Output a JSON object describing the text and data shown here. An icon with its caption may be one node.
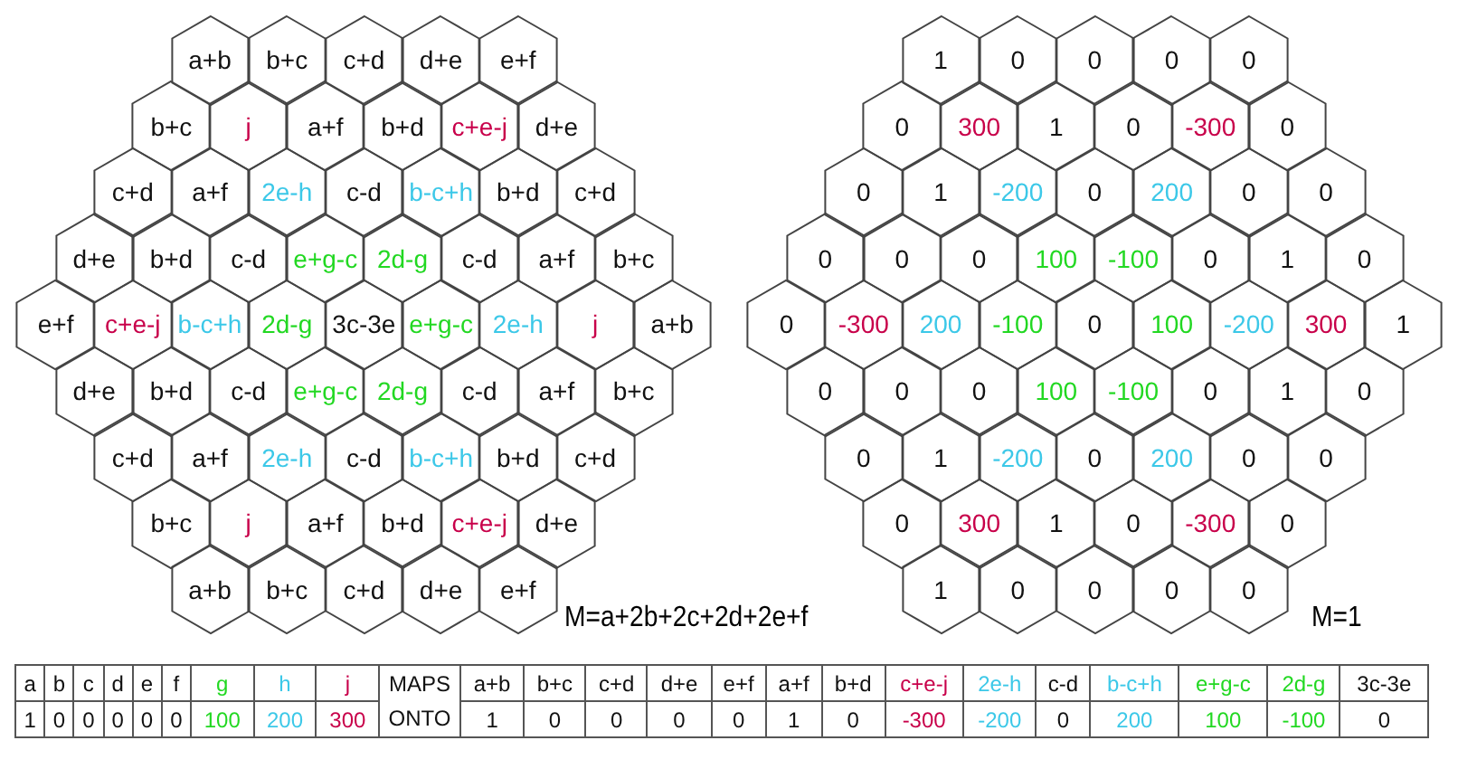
{
  "diagram": {
    "nodes": [
      {
        "text": [
          "a+b"
        ]
      },
      {
        "text": [
          "b+c"
        ]
      },
      {
        "text": [
          "c+d"
        ]
      },
      {
        "text": [
          "d+e"
        ]
      },
      {
        "text": [
          "e+f"
        ]
      },
      {
        "text": [
          "b+c"
        ]
      },
      {
        "text": [
          "j"
        ]
      },
      {
        "text": [
          "a+f"
        ]
      },
      {
        "text": [
          "b+d"
        ]
      },
      {
        "text": [
          "c+e-j"
        ]
      },
      {
        "text": [
          "d+e"
        ]
      },
      {
        "text": [
          "c+d"
        ]
      },
      {
        "text": [
          "a+f"
        ]
      },
      {
        "text": [
          "2e-h"
        ]
      },
      {
        "text": [
          "c-d"
        ]
      },
      {
        "text": [
          "b-c+h"
        ]
      },
      {
        "text": [
          "b+d"
        ]
      },
      {
        "text": [
          "c+d"
        ]
      },
      {
        "text": [
          "d+e"
        ]
      },
      {
        "text": [
          "b+d"
        ]
      },
      {
        "text": [
          "c-d"
        ]
      },
      {
        "text": [
          "e+g-c"
        ]
      },
      {
        "text": [
          "2d-g"
        ]
      },
      {
        "text": [
          "c-d"
        ]
      },
      {
        "text": [
          "a+f"
        ]
      },
      {
        "text": [
          "b+c"
        ]
      },
      {
        "text": [
          "e+f"
        ]
      },
      {
        "text": [
          "c+e-j"
        ]
      },
      {
        "text": [
          "b-c+h"
        ]
      },
      {
        "text": [
          "2d-g"
        ]
      },
      {
        "text": [
          "3c-3e"
        ]
      },
      {
        "text": [
          "e+g-c"
        ]
      },
      {
        "text": [
          "2e-h"
        ]
      },
      {
        "text": [
          "j"
        ]
      },
      {
        "text": [
          "a+b"
        ]
      },
      {
        "text": [
          "d+e"
        ]
      },
      {
        "text": [
          "b+d"
        ]
      },
      {
        "text": [
          "c-d"
        ]
      },
      {
        "text": [
          "e+g-c"
        ]
      },
      {
        "text": [
          "2d-g"
        ]
      },
      {
        "text": [
          "c-d"
        ]
      },
      {
        "text": [
          "a+f"
        ]
      },
      {
        "text": [
          "b+c"
        ]
      },
      {
        "text": [
          "c+d"
        ]
      },
      {
        "text": [
          "a+f"
        ]
      },
      {
        "text": [
          "2e-h"
        ]
      },
      {
        "text": [
          "c-d"
        ]
      },
      {
        "text": [
          "b-c+h"
        ]
      },
      {
        "text": [
          "b+d"
        ]
      },
      {
        "text": [
          "c+d"
        ]
      },
      {
        "text": [
          "b+c"
        ]
      },
      {
        "text": [
          "j"
        ]
      },
      {
        "text": [
          "a+f"
        ]
      },
      {
        "text": [
          "b+d"
        ]
      },
      {
        "text": [
          "c+e-j"
        ]
      },
      {
        "text": [
          "d+e"
        ]
      },
      {
        "text": [
          "a+b"
        ]
      },
      {
        "text": [
          "b+c"
        ]
      },
      {
        "text": [
          "c+d"
        ]
      },
      {
        "text": [
          "d+e"
        ]
      },
      {
        "text": [
          "e+f"
        ]
      },
      {
        "text": [
          "1"
        ]
      },
      {
        "text": [
          "0"
        ]
      },
      {
        "text": [
          "0"
        ]
      },
      {
        "text": [
          "0"
        ]
      },
      {
        "text": [
          "0"
        ]
      },
      {
        "text": [
          "0"
        ]
      },
      {
        "text": [
          "300"
        ]
      },
      {
        "text": [
          "1"
        ]
      },
      {
        "text": [
          "0"
        ]
      },
      {
        "text": [
          "-300"
        ]
      },
      {
        "text": [
          "0"
        ]
      },
      {
        "text": [
          "0"
        ]
      },
      {
        "text": [
          "1"
        ]
      },
      {
        "text": [
          "-200"
        ]
      },
      {
        "text": [
          "0"
        ]
      },
      {
        "text": [
          "200"
        ]
      },
      {
        "text": [
          "0"
        ]
      },
      {
        "text": [
          "0"
        ]
      },
      {
        "text": [
          "0"
        ]
      },
      {
        "text": [
          "0"
        ]
      },
      {
        "text": [
          "0"
        ]
      },
      {
        "text": [
          "100"
        ]
      },
      {
        "text": [
          "-100"
        ]
      },
      {
        "text": [
          "0"
        ]
      },
      {
        "text": [
          "1"
        ]
      },
      {
        "text": [
          "0"
        ]
      },
      {
        "text": [
          "0"
        ]
      },
      {
        "text": [
          "-300"
        ]
      },
      {
        "text": [
          "200"
        ]
      },
      {
        "text": [
          "-100"
        ]
      },
      {
        "text": [
          "0"
        ]
      },
      {
        "text": [
          "100"
        ]
      },
      {
        "text": [
          "-200"
        ]
      },
      {
        "text": [
          "300"
        ]
      },
      {
        "text": [
          "1"
        ]
      },
      {
        "text": [
          "0"
        ]
      },
      {
        "text": [
          "0"
        ]
      },
      {
        "text": [
          "0"
        ]
      },
      {
        "text": [
          "100"
        ]
      },
      {
        "text": [
          "-100"
        ]
      },
      {
        "text": [
          "0"
        ]
      },
      {
        "text": [
          "1"
        ]
      },
      {
        "text": [
          "0"
        ]
      },
      {
        "text": [
          "0"
        ]
      },
      {
        "text": [
          "1"
        ]
      },
      {
        "text": [
          "-200"
        ]
      },
      {
        "text": [
          "0"
        ]
      },
      {
        "text": [
          "200"
        ]
      },
      {
        "text": [
          "0"
        ]
      },
      {
        "text": [
          "0"
        ]
      },
      {
        "text": [
          "0"
        ]
      },
      {
        "text": [
          "300"
        ]
      },
      {
        "text": [
          "1"
        ]
      },
      {
        "text": [
          "0"
        ]
      },
      {
        "text": [
          "-300"
        ]
      },
      {
        "text": [
          "0"
        ]
      },
      {
        "text": [
          "1"
        ]
      },
      {
        "text": [
          "0"
        ]
      },
      {
        "text": [
          "0"
        ]
      },
      {
        "text": [
          "0"
        ]
      },
      {
        "text": [
          "0"
        ]
      }
    ],
    "labels": [
      "M=a+2b+2c+2d+2e+f",
      "M=1",
      "a",
      "b",
      "c",
      "d",
      "e",
      "f",
      "g",
      "h",
      "j",
      "MAPS ONTO",
      "a+b",
      "b+c",
      "c+d",
      "d+e",
      "e+f",
      "a+f",
      "b+d",
      "c+e-j",
      "2e-h",
      "c-d",
      "b-c+h",
      "e+g-c",
      "2d-g",
      "3c-3e",
      "1",
      "0",
      "0",
      "0",
      "0",
      "0",
      "100",
      "200",
      "300",
      "1",
      "0",
      "0",
      "0",
      "0",
      "1",
      "0",
      "-300",
      "-200",
      "0",
      "200",
      "100",
      "-100",
      "0"
    ]
  }
}
